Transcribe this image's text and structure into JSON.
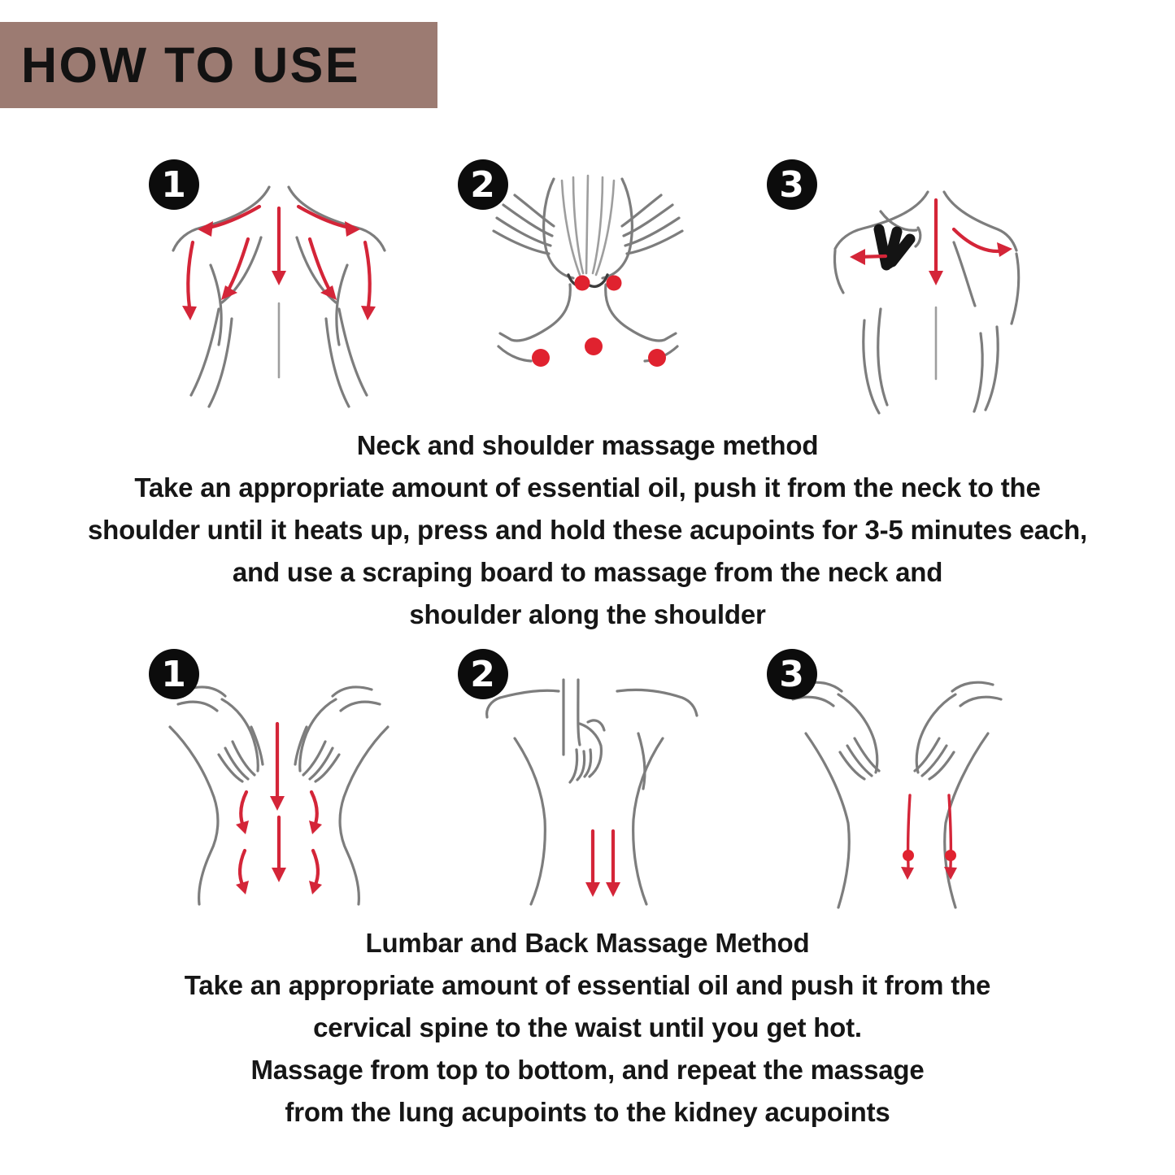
{
  "header": {
    "title": "HOW TO USE"
  },
  "colors": {
    "header_bg": "#9c7b72",
    "accent_red": "#d42538",
    "acupoint_red": "#e0222f",
    "line_gray": "#7d7d7d",
    "badge_black": "#0c0c0c",
    "text_black": "#161616",
    "page_bg": "#ffffff"
  },
  "sections": [
    {
      "title": "Neck and shoulder massage method",
      "body_lines": [
        "Take an appropriate amount of essential oil, push it from the neck to the",
        "shoulder until it heats up, press and hold these acupoints for 3-5 minutes each,",
        "and use a scraping board to massage from the neck and",
        "shoulder along the shoulder"
      ],
      "steps": [
        {
          "number": "1",
          "illustration": "upper-back-with-outward-and-downward-arrows"
        },
        {
          "number": "2",
          "illustration": "head-and-neck-acupoints-with-hands"
        },
        {
          "number": "3",
          "illustration": "scraping-board-on-shoulder"
        }
      ]
    },
    {
      "title": "Lumbar and Back Massage Method",
      "body_lines": [
        "Take an appropriate amount of essential oil and push it from the",
        "cervical spine to the waist until you get hot.",
        "Massage from top to bottom, and repeat the massage",
        "from the lung acupoints to the kidney acupoints"
      ],
      "steps": [
        {
          "number": "1",
          "illustration": "two-hands-pressing-lower-back-downward"
        },
        {
          "number": "2",
          "illustration": "one-hand-pressing-back-with-two-arrows"
        },
        {
          "number": "3",
          "illustration": "two-hands-with-acupoint-dot-arrows"
        }
      ]
    }
  ]
}
